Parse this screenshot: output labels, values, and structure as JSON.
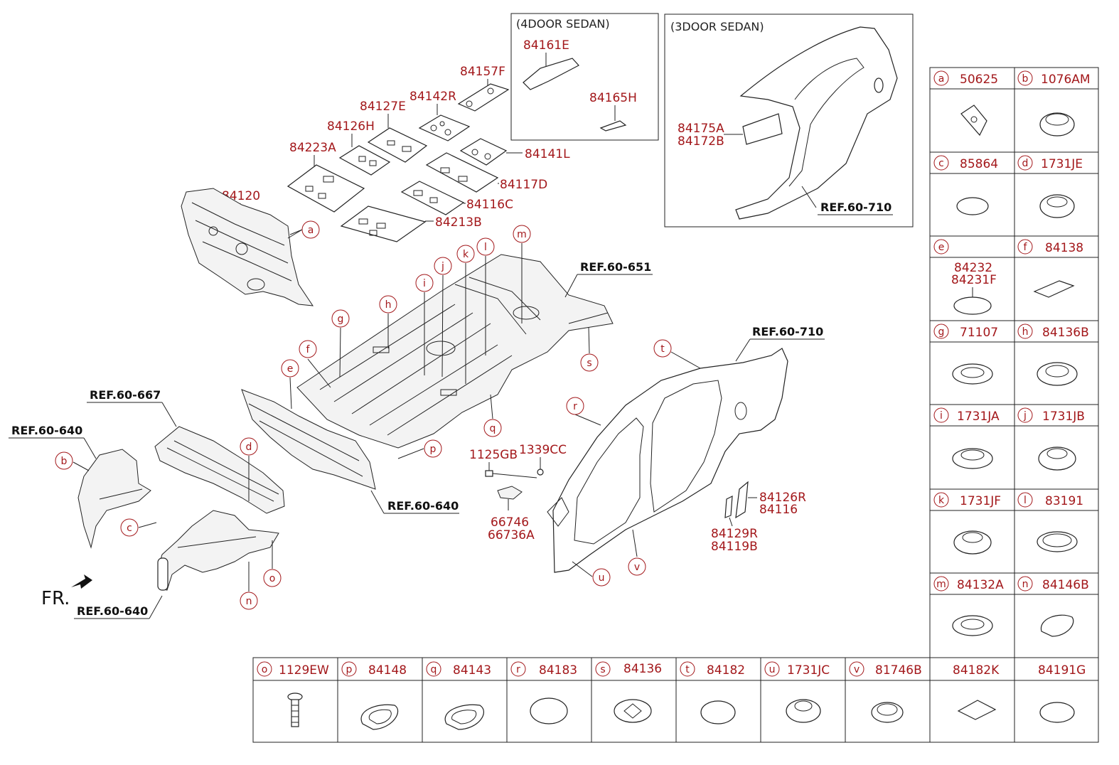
{
  "colors": {
    "part_number": "#a3181b",
    "line": "#222222",
    "background": "#ffffff"
  },
  "insets": {
    "sedan4": {
      "title": "(4DOOR SEDAN)",
      "parts": [
        "84161E",
        "84165H"
      ]
    },
    "sedan3": {
      "title": "(3DOOR SEDAN)",
      "parts": [
        "84175A",
        "84172B"
      ],
      "ref": "REF.60-710"
    }
  },
  "main_parts": {
    "p84157F": "84157F",
    "p84142R": "84142R",
    "p84127E": "84127E",
    "p84126H": "84126H",
    "p84223A": "84223A",
    "p84141L": "84141L",
    "p84117D": "84117D",
    "p84116C": "84116C",
    "p84213B": "84213B",
    "p84120": "84120",
    "p1125GB": "1125GB",
    "p1339CC": "1339CC",
    "p66746": "66746",
    "p66736A": "66736A",
    "p84126R": "84126R",
    "p84116": "84116",
    "p84129R": "84129R",
    "p84119B": "84119B"
  },
  "refs": {
    "r651": "REF.60-651",
    "r710": "REF.60-710",
    "r667": "REF.60-667",
    "r640a": "REF.60-640",
    "r640b": "REF.60-640",
    "r640c": "REF.60-640"
  },
  "fr_label": "FR.",
  "callouts": [
    "a",
    "b",
    "c",
    "d",
    "e",
    "f",
    "g",
    "h",
    "i",
    "j",
    "k",
    "l",
    "m",
    "n",
    "o",
    "p",
    "q",
    "r",
    "s",
    "t",
    "u",
    "v"
  ],
  "legend_right": [
    {
      "letter": "a",
      "part": "50625"
    },
    {
      "letter": "b",
      "part": "1076AM"
    },
    {
      "letter": "c",
      "part": "85864"
    },
    {
      "letter": "d",
      "part": "1731JE"
    },
    {
      "letter": "e",
      "part": "",
      "sub": [
        "84232",
        "84231F"
      ]
    },
    {
      "letter": "f",
      "part": "84138"
    },
    {
      "letter": "g",
      "part": "71107"
    },
    {
      "letter": "h",
      "part": "84136B"
    },
    {
      "letter": "i",
      "part": "1731JA"
    },
    {
      "letter": "j",
      "part": "1731JB"
    },
    {
      "letter": "k",
      "part": "1731JF"
    },
    {
      "letter": "l",
      "part": "83191"
    },
    {
      "letter": "m",
      "part": "84132A"
    },
    {
      "letter": "n",
      "part": "84146B"
    }
  ],
  "legend_bottom": [
    {
      "letter": "o",
      "part": "1129EW"
    },
    {
      "letter": "p",
      "part": "84148"
    },
    {
      "letter": "q",
      "part": "84143"
    },
    {
      "letter": "r",
      "part": "84183"
    },
    {
      "letter": "s",
      "part": "84136"
    },
    {
      "letter": "t",
      "part": "84182"
    },
    {
      "letter": "u",
      "part": "1731JC"
    },
    {
      "letter": "v",
      "part": "81746B"
    },
    {
      "letter": "",
      "part": "84182K"
    },
    {
      "letter": "",
      "part": "84191G"
    }
  ]
}
